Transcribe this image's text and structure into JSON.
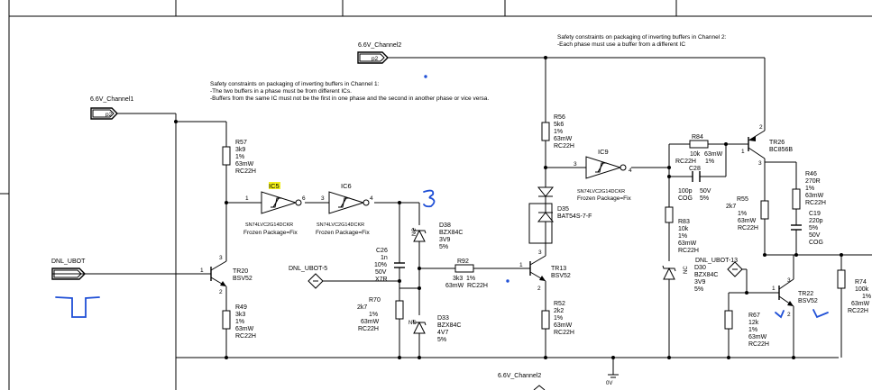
{
  "sheet": {
    "notes": {
      "ch1": [
        "Safety constraints on packaging of inverting buffers in Channel 1:",
        "-The two buffers in a phase must be from different ICs.",
        "-Buffers from the same IC must not be the first in one phase and the second in another phase or vice versa."
      ],
      "ch2": [
        "Safety constraints on packaging of inverting buffers in Channel 2:",
        "-Each phase must use a buffer from a different IC"
      ]
    },
    "ports": {
      "ch1": {
        "net": "6.6V_Channel1",
        "sheet": "p2"
      },
      "ch2": {
        "net": "6.6V_Channel2",
        "sheet": "p2"
      },
      "ubot": {
        "net": "DNL_UBOT"
      },
      "bottom": {
        "net": "6.6V_Channel2"
      },
      "gnd": {
        "net": "0V"
      }
    },
    "probes": {
      "ubot5": "DNL_UBOT-5",
      "ubot13": "DNL_UBOT-13"
    },
    "ics": {
      "ic5": {
        "ref": "IC5",
        "part": "SN74LVC2G14DCKR",
        "pkg": "Frozen Package=Fix",
        "pin_in": "1",
        "pin_out": "6",
        "highlight": "#f2ef1a"
      },
      "ic6": {
        "ref": "IC6",
        "part": "SN74LVC2G14DCKR",
        "pkg": "Frozen Package=Fix",
        "pin_in": "3",
        "pin_out": "4"
      },
      "ic9": {
        "ref": "IC9",
        "part": "SN74LVC2G14DCKR",
        "pkg": "Frozen Package=Fix",
        "pin_in": "3",
        "pin_out": "4"
      }
    },
    "resistors": {
      "r57": [
        "R57",
        "3k9",
        "1%",
        "63mW",
        "RC22H"
      ],
      "r49": [
        "R49",
        "3k3",
        "1%",
        "63mW",
        "RC22H"
      ],
      "r70": [
        "R70",
        "2k7",
        "1%",
        "63mW",
        "RC22H"
      ],
      "r92": [
        "R92",
        "3k3",
        "1%",
        "63mW",
        "RC22H"
      ],
      "r56": [
        "R56",
        "5k6",
        "1%",
        "63mW",
        "RC22H"
      ],
      "r52": [
        "R52",
        "2k2",
        "1%",
        "63mW",
        "RC22H"
      ],
      "r84": [
        "R84",
        "10k",
        "63mW",
        "1%",
        "RC22H"
      ],
      "r83": [
        "R83",
        "10k",
        "1%",
        "63mW",
        "RC22H"
      ],
      "r55": [
        "R55",
        "2k7",
        "1%",
        "63mW",
        "RC22H"
      ],
      "r46": [
        "R46",
        "270R",
        "1%",
        "63mW",
        "RC22H"
      ],
      "r67": [
        "R67",
        "12k",
        "1%",
        "63mW",
        "RC22H"
      ],
      "r74": [
        "R74",
        "100k",
        "1%",
        "63mW",
        "RC22H"
      ]
    },
    "caps": {
      "c26": [
        "C26",
        "1n",
        "10%",
        "50V",
        "X7R"
      ],
      "c28": [
        "C28",
        "100p",
        "50V",
        "COG",
        "5%"
      ],
      "c19": [
        "C19",
        "220p",
        "5%",
        "50V",
        "COG"
      ]
    },
    "diodes": {
      "d38": [
        "D38",
        "BZX84C",
        "3V9",
        "5%"
      ],
      "d33": [
        "D33",
        "BZX84C",
        "4V7",
        "5%"
      ],
      "d35": [
        "D35",
        "BAT54S-7-F"
      ],
      "d30": [
        "D30",
        "BZX84C",
        "3V9",
        "5%"
      ],
      "nc": "NC"
    },
    "transistors": {
      "tr20": {
        "ref": "TR20",
        "part": "BSV52",
        "p1": "1",
        "p2": "2",
        "p3": "3"
      },
      "tr13": {
        "ref": "TR13",
        "part": "BSV52",
        "p1": "1",
        "p2": "2",
        "p3": "3"
      },
      "tr26": {
        "ref": "TR26",
        "part": "BC856B",
        "p1": "1",
        "p2": "2",
        "p3": "3"
      },
      "tr22": {
        "ref": "TR22",
        "part": "BSV52",
        "p1": "1",
        "p2": "2",
        "p3": "3"
      }
    },
    "colors": {
      "wire": "#000000",
      "ink": "#1f4fd6",
      "highlight": "#f2ef1a"
    }
  }
}
